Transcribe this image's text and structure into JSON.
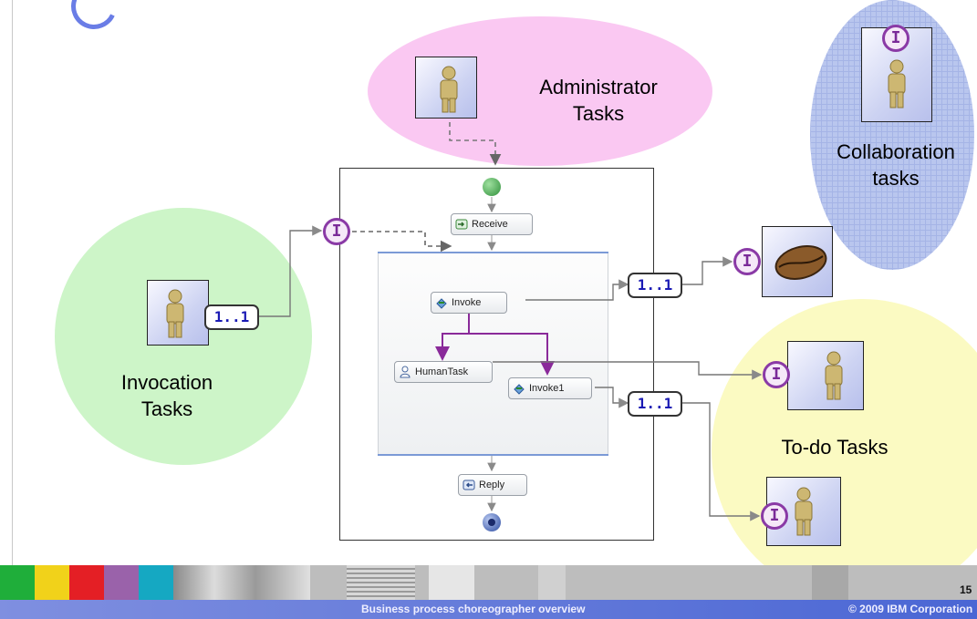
{
  "bubbles": {
    "invocation": {
      "label_line1": "Invocation",
      "label_line2": "Tasks"
    },
    "administrator": {
      "label_line1": "Administrator",
      "label_line2": "Tasks"
    },
    "collaboration": {
      "label_line1": "Collaboration",
      "label_line2": "tasks"
    },
    "todo": {
      "label": "To-do Tasks"
    }
  },
  "process": {
    "receive": "Receive",
    "invoke": "Invoke",
    "human_task": "HumanTask",
    "invoke1": "Invoke1",
    "reply": "Reply"
  },
  "multiplicity": "1..1",
  "interface_letter": "I",
  "footer": {
    "title": "Business process choreographer overview",
    "copyright": "© 2009 IBM Corporation",
    "page_number": "15"
  },
  "colors": {
    "invocation": "#cdf5c8",
    "administrator": "#fac8f2",
    "collaboration": "#b9c6ee",
    "todo": "#fbfac2",
    "interface_badge": "#8a3aa6",
    "flow": "#8a2a9a",
    "footer_bar": "#5a72d8"
  },
  "icons": [
    "person-icon",
    "interface-icon",
    "coffee-bean-icon",
    "receive-icon",
    "invoke-icon",
    "human-task-icon",
    "reply-icon"
  ]
}
